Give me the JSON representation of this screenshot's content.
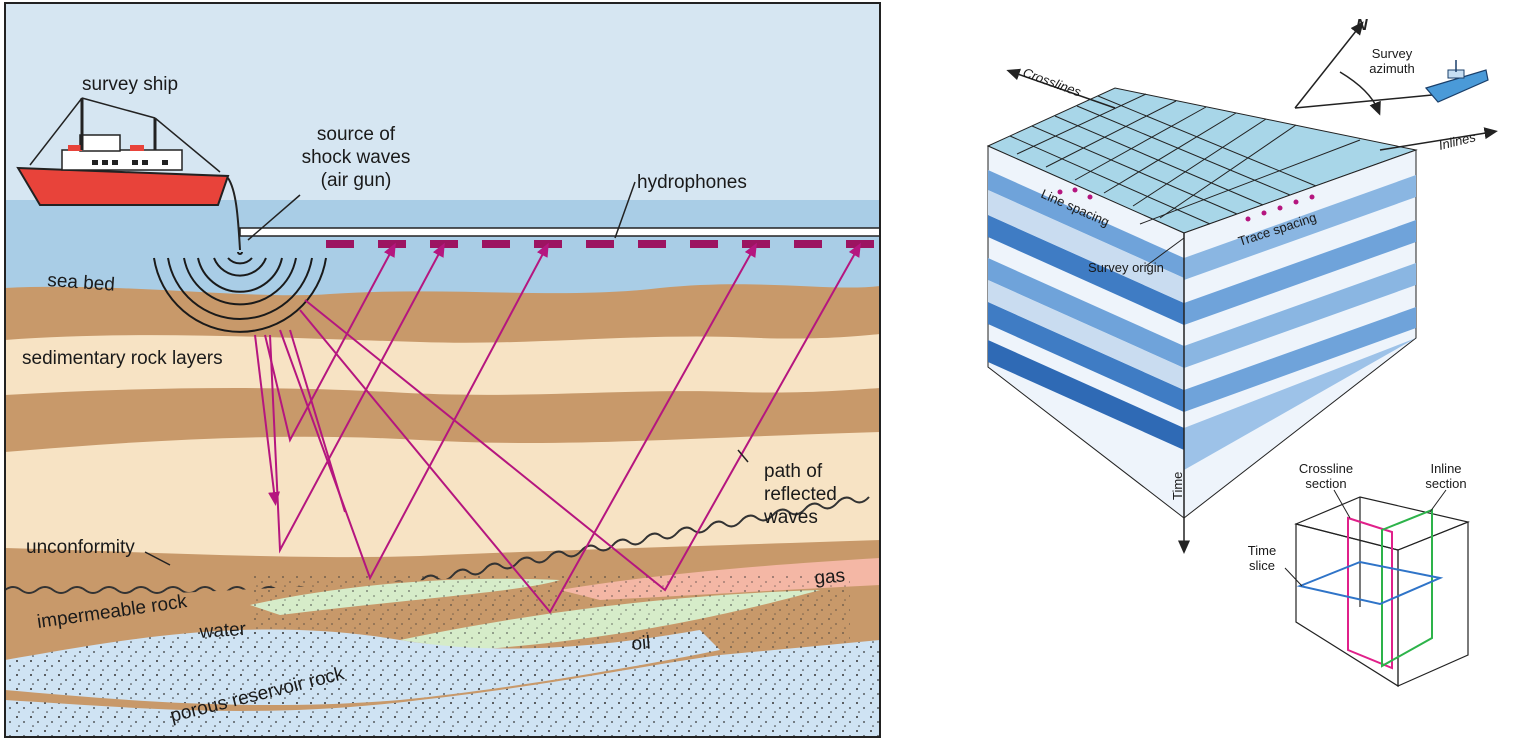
{
  "left_panel": {
    "labels": {
      "survey_ship": "survey ship",
      "source_line1": "source of",
      "source_line2": "shock waves",
      "source_line3": "(air gun)",
      "hydrophones": "hydrophones",
      "sea_bed": "sea bed",
      "sedimentary": "sedimentary rock layers",
      "path_line1": "path of",
      "path_line2": "reflected",
      "path_line3": "waves",
      "unconformity": "unconformity",
      "gas": "gas",
      "impermeable": "impermeable rock",
      "water": "water",
      "oil": "oil",
      "porous": "porous reservoir rock"
    },
    "colors": {
      "sky": "#d6e6f2",
      "sea": "#a9cde6",
      "rock_brown": "#c8996a",
      "rock_light": "#f7e3c4",
      "wave_path": "#b5167f",
      "hydrophone": "#9c1461",
      "ship_hull": "#e8433a",
      "gas": "#f4b7a5",
      "oil": "#d6ecc9",
      "water": "#cfe3f3"
    }
  },
  "right_panel": {
    "labels": {
      "north": "N",
      "survey_line1": "Survey",
      "survey_line2": "azimuth",
      "crosslines": "Crosslines",
      "inlines": "Inlines",
      "line_spacing": "Line spacing",
      "trace_spacing": "Trace spacing",
      "survey_origin": "Survey origin",
      "time": "Time",
      "crossline_line1": "Crossline",
      "crossline_line2": "section",
      "inline_line1": "Inline",
      "inline_line2": "section",
      "timeslice_line1": "Time",
      "timeslice_line2": "slice"
    },
    "colors": {
      "top_face": "#a8d6e8",
      "band_dark": "#3f7cc4",
      "band_light": "#c9dcf0",
      "crossline_section": "#e0208a",
      "inline_section": "#2db34a",
      "time_slice": "#2f74c8",
      "boat": "#4a9ad8"
    }
  }
}
